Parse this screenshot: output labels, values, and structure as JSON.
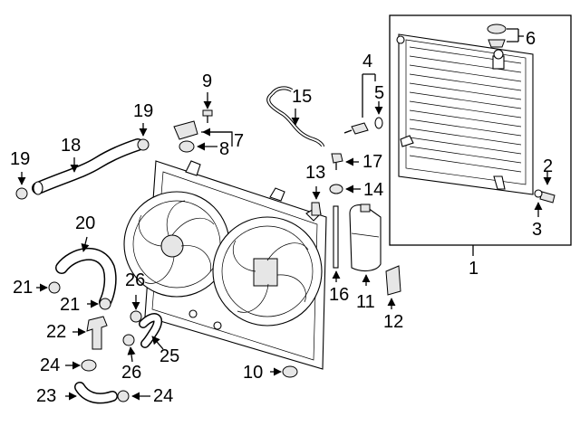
{
  "diagram": {
    "callouts": [
      {
        "id": "c1",
        "text": "1"
      },
      {
        "id": "c2",
        "text": "2"
      },
      {
        "id": "c3",
        "text": "3"
      },
      {
        "id": "c4",
        "text": "4"
      },
      {
        "id": "c5",
        "text": "5"
      },
      {
        "id": "c6",
        "text": "6"
      },
      {
        "id": "c7",
        "text": "7"
      },
      {
        "id": "c8",
        "text": "8"
      },
      {
        "id": "c9",
        "text": "9"
      },
      {
        "id": "c10",
        "text": "10"
      },
      {
        "id": "c11",
        "text": "11"
      },
      {
        "id": "c12",
        "text": "12"
      },
      {
        "id": "c13",
        "text": "13"
      },
      {
        "id": "c14",
        "text": "14"
      },
      {
        "id": "c15",
        "text": "15"
      },
      {
        "id": "c16",
        "text": "16"
      },
      {
        "id": "c17",
        "text": "17"
      },
      {
        "id": "c18",
        "text": "18"
      },
      {
        "id": "c19a",
        "text": "19"
      },
      {
        "id": "c19b",
        "text": "19"
      },
      {
        "id": "c20",
        "text": "20"
      },
      {
        "id": "c21a",
        "text": "21"
      },
      {
        "id": "c21b",
        "text": "21"
      },
      {
        "id": "c22",
        "text": "22"
      },
      {
        "id": "c23",
        "text": "23"
      },
      {
        "id": "c24a",
        "text": "24"
      },
      {
        "id": "c24b",
        "text": "24"
      },
      {
        "id": "c25",
        "text": "25"
      },
      {
        "id": "c26a",
        "text": "26"
      },
      {
        "id": "c26b",
        "text": "26"
      }
    ]
  }
}
